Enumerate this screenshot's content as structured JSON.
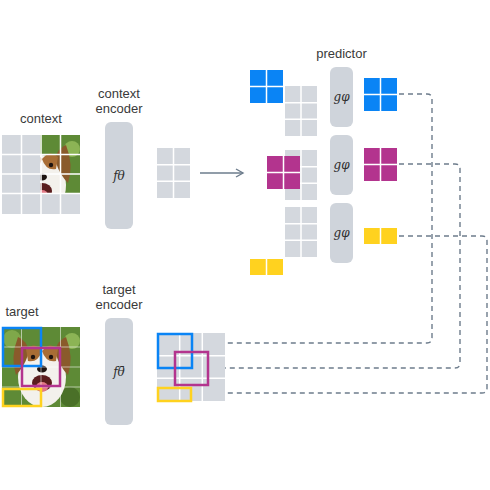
{
  "diagram": {
    "nodes": [
      {
        "text": [
          "context encoder",
          "fθ"
        ]
      },
      {
        "text": [
          "predictor",
          "gφ"
        ]
      },
      {
        "text": [
          "gφ"
        ]
      },
      {
        "text": [
          "gφ"
        ]
      },
      {
        "text": [
          "target encoder",
          "fθ̄"
        ]
      }
    ],
    "labels": [
      "context",
      "target"
    ]
  }
}
